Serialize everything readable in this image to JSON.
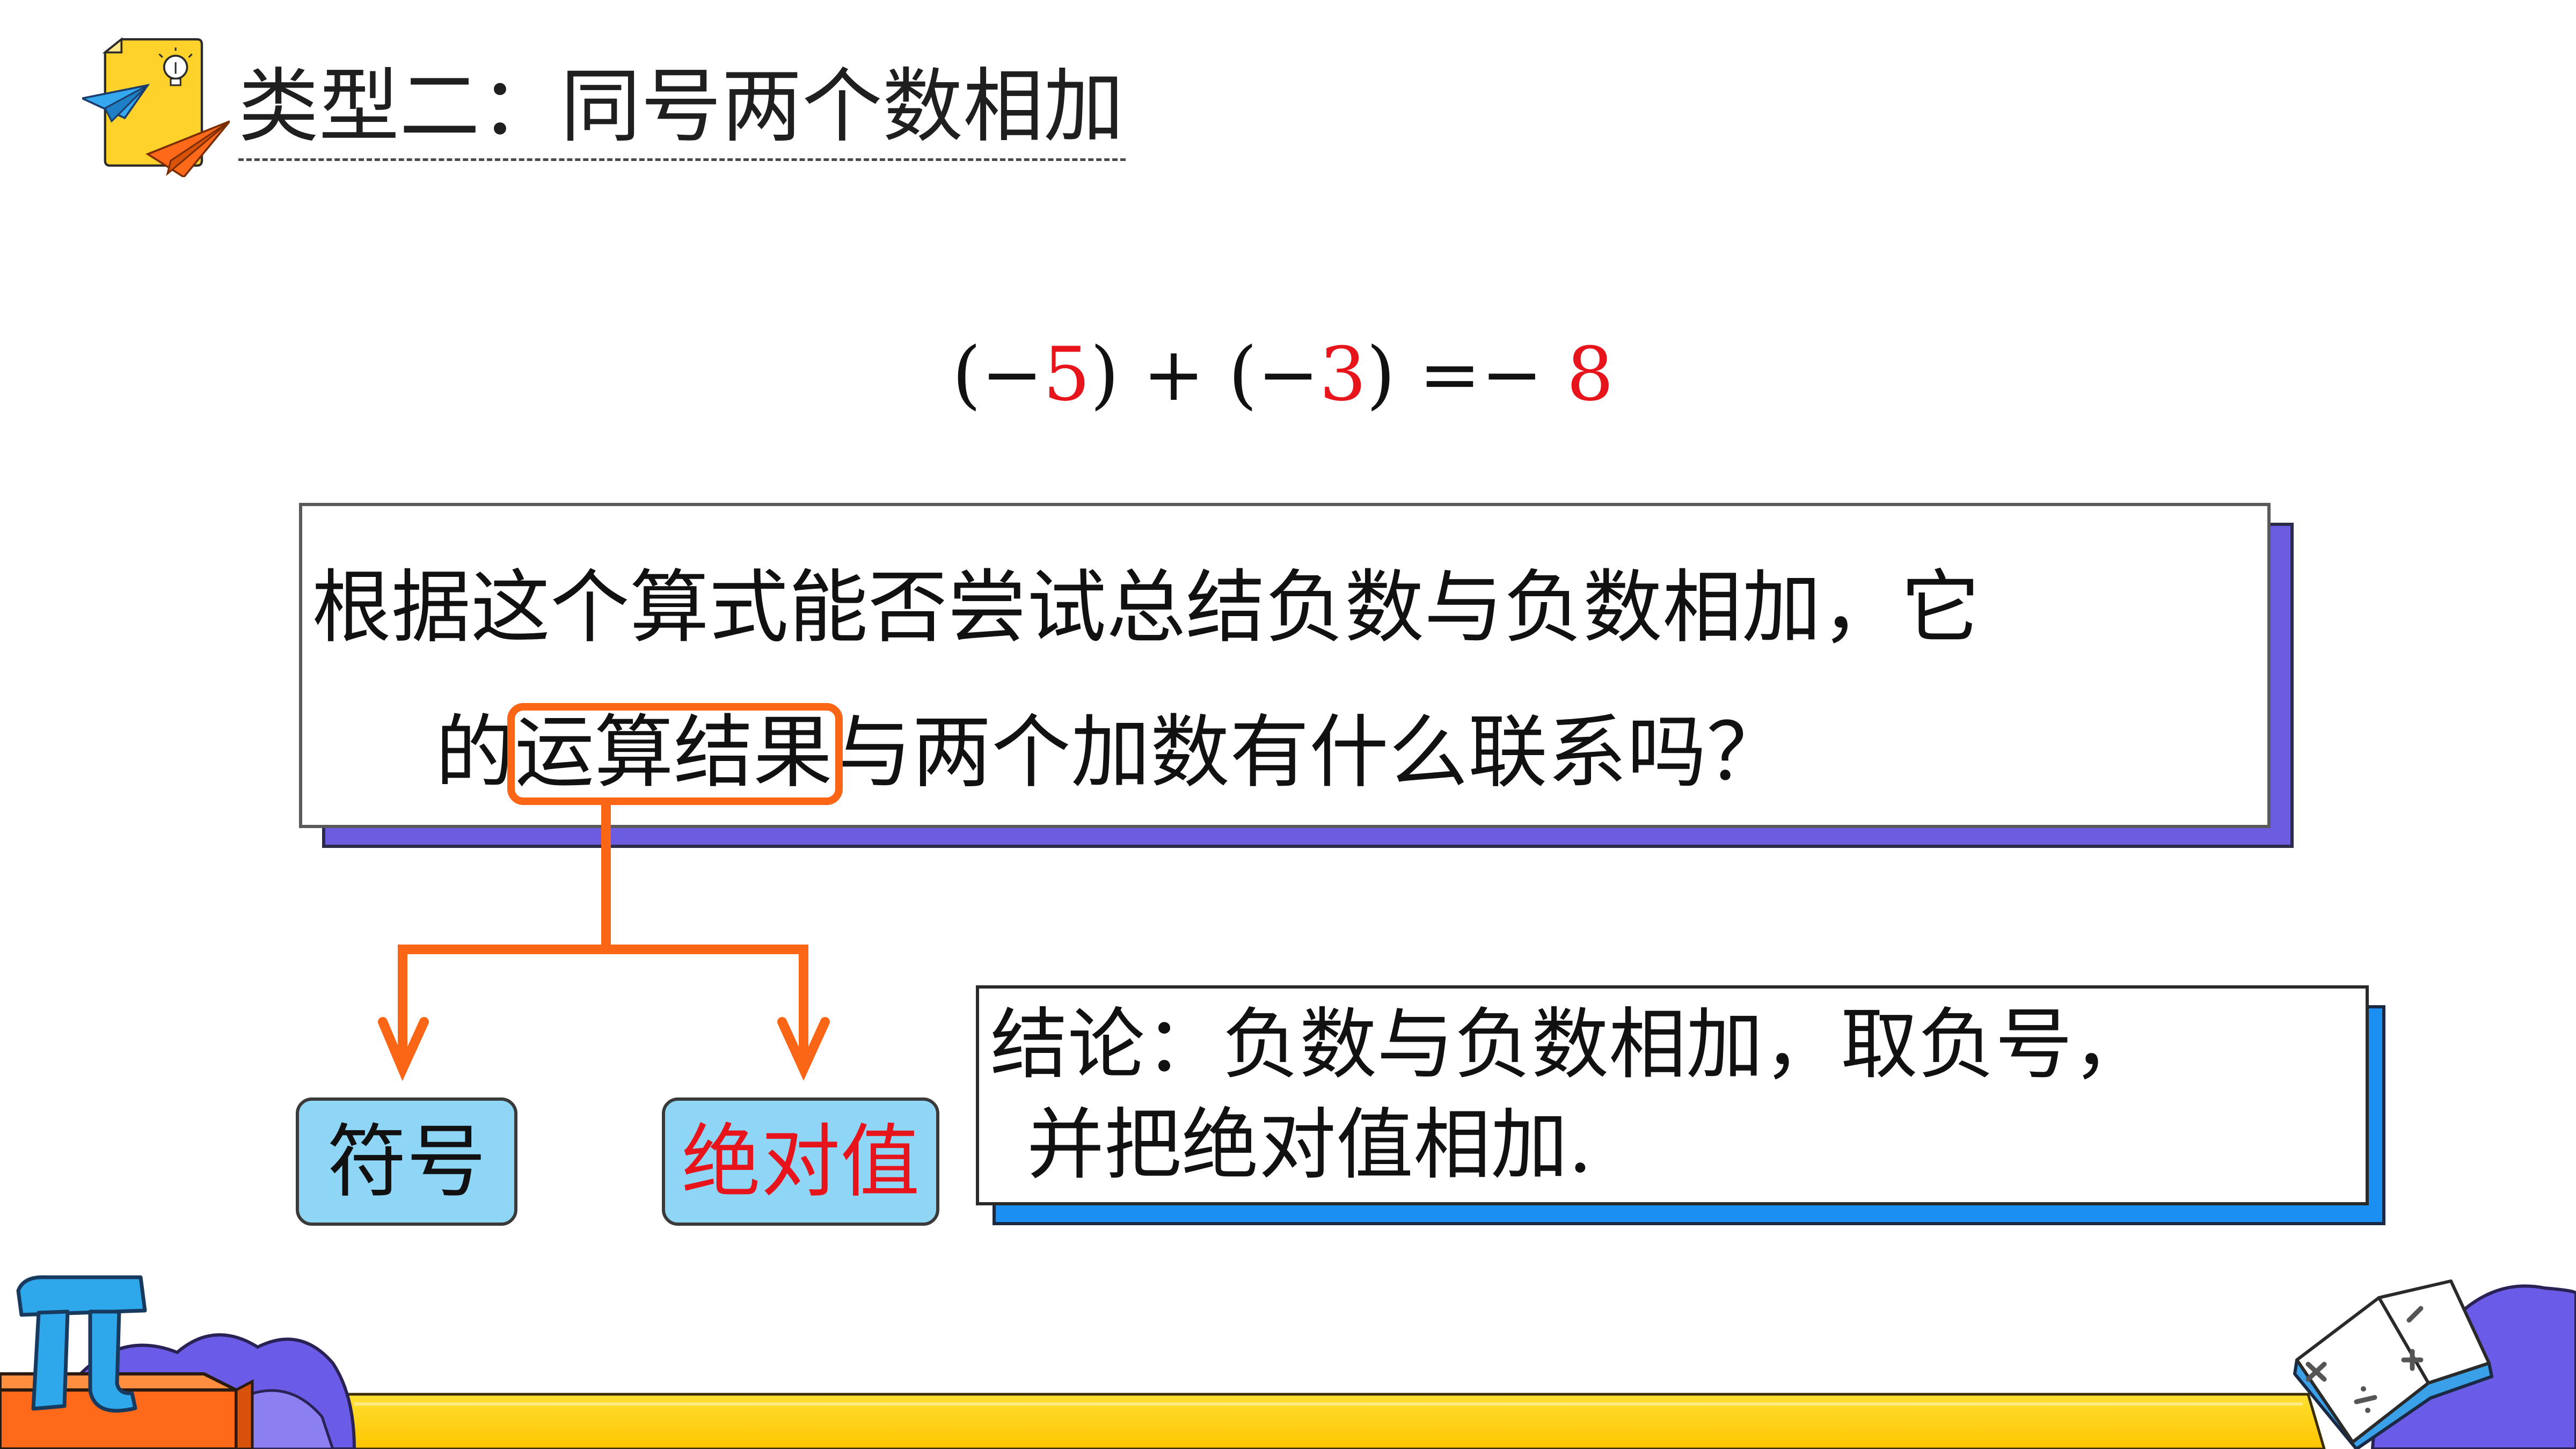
{
  "slide": {
    "title": "类型二：同号两个数相加",
    "title_icon": "idea-document-icon"
  },
  "equation": {
    "open_first": "(−",
    "first_number": "5",
    "between": ") + (−",
    "second_number": "3",
    "close_equals": ") =− ",
    "result": "8"
  },
  "question": {
    "line1": "根据这个算式能否尝试总结负数与负数相加，它",
    "line2_before": "的",
    "line2_highlight": "运算结果",
    "line2_after": "与两个加数有什么联系吗？"
  },
  "branches": [
    {
      "label": "符号"
    },
    {
      "label": "绝对值"
    }
  ],
  "conclusion": {
    "line1": "结论：负数与负数相加，取负号，",
    "line2": "并把绝对值相加."
  },
  "decorations": {
    "bottom_left_icon": "pi-icon",
    "bottom_right_icon": "open-book-icon",
    "book_symbols": [
      "multiply-icon",
      "divide-icon",
      "minus-icon",
      "plus-icon"
    ]
  },
  "colors": {
    "accent_orange": "#fa6516",
    "highlight_red": "#e8141b",
    "branch_fill": "#8fd6f6",
    "question_shadow": "#6c5ce0",
    "conclusion_shadow": "#1c8ff2",
    "footer_yellow": "#ffd23a"
  }
}
